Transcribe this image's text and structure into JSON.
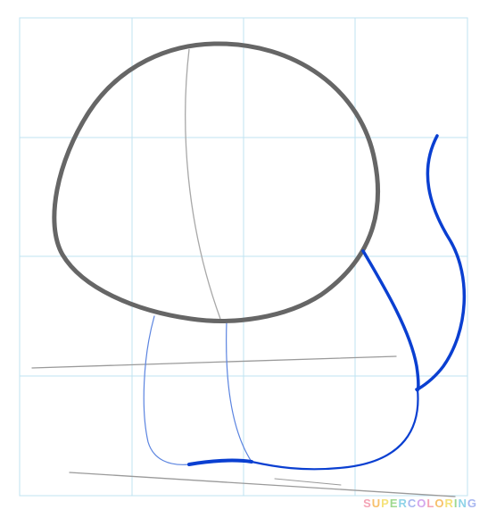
{
  "watermark": {
    "text": "SUPERCOLORING",
    "colors": [
      "#f4a3b5",
      "#f7c06b",
      "#f5e27a",
      "#9ed98f",
      "#8fd3e8",
      "#a7b6f0",
      "#d3a6ee"
    ]
  },
  "palette": {
    "grid": "#bfe3f2",
    "outline_dark": "#666666",
    "guide_gray": "#9a9a9a",
    "new_stroke_blue": "#0a3fd1",
    "light_stroke_blue": "#5b84e0"
  },
  "drawing": {
    "subject": "cat-step-sketch",
    "icons": [
      "head-outline",
      "face-guide-line",
      "body-guide-left",
      "body-guide-center",
      "ground-line",
      "ground-line-lower",
      "tail-stroke",
      "back-stroke",
      "belly-stroke"
    ]
  }
}
